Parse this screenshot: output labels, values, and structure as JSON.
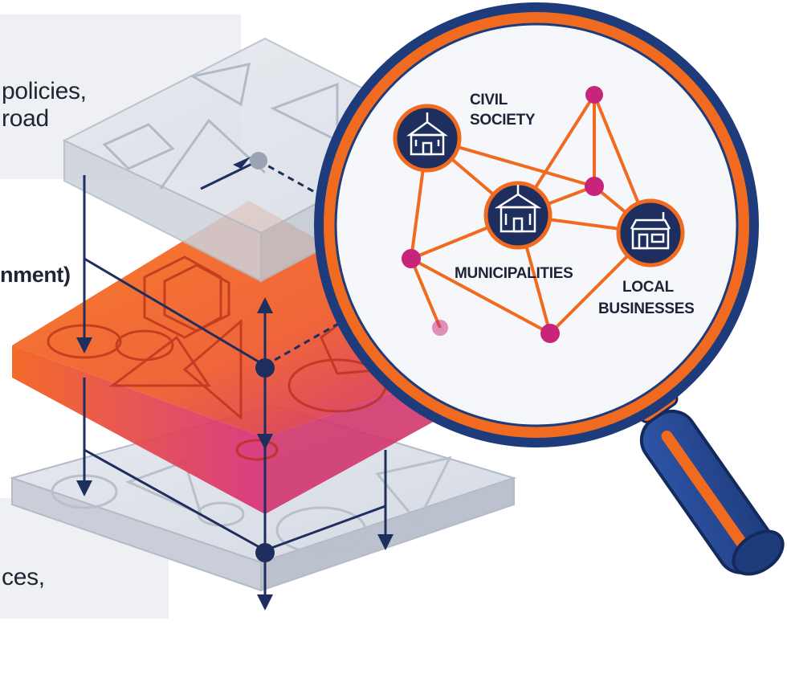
{
  "left_text": {
    "top_line1": "policies,",
    "top_line2": "road",
    "middle": "nment)",
    "bottom": "ces,"
  },
  "magnifier": {
    "labels": {
      "civil_line1": "CIVIL",
      "civil_line2": "SOCIETY",
      "municipalities": "MUNICIPALITIES",
      "local_line1": "LOCAL",
      "local_line2": "BUSINESSES"
    }
  },
  "colors": {
    "navy": "#1e2e5e",
    "orange": "#f06a1f",
    "magenta": "#c8257a",
    "slab_gray": "#dfe3ea"
  },
  "icons": [
    "school-icon",
    "town-hall-icon",
    "storefront-icon"
  ]
}
